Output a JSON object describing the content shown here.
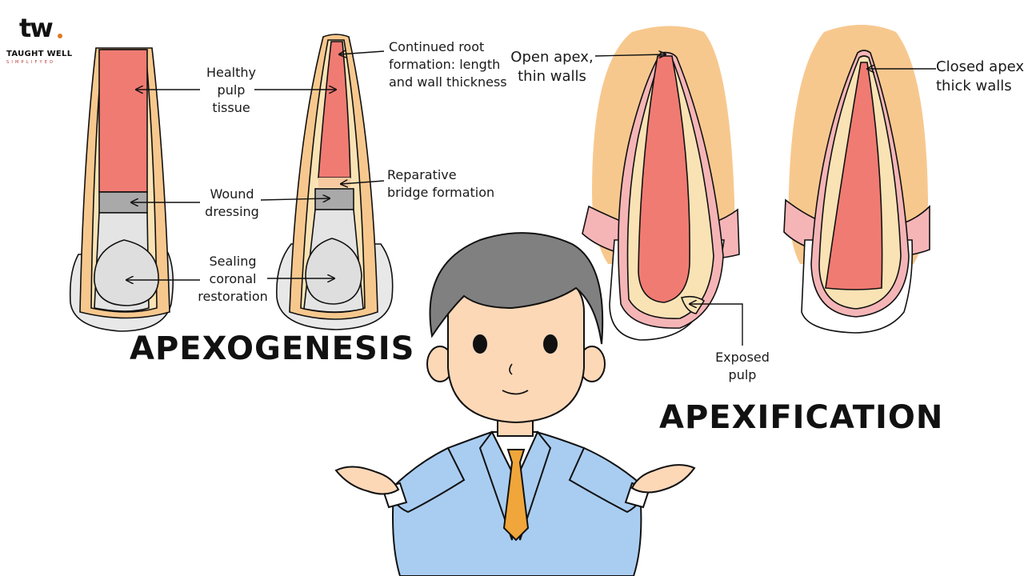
{
  "logo": {
    "mark": "tw",
    "name": "TAUGHT WELL",
    "tagline": "SIMPLIFYED"
  },
  "apexogenesis": {
    "title": "Apexogenesis",
    "labels": {
      "healthy_pulp": "Healthy\npulp\ntissue",
      "wound_dressing": "Wound\ndressing",
      "sealing_restoration": "Sealing\ncoronal\nrestoration",
      "continued_root": "Continued root\nformation: length\nand wall thickness",
      "reparative_bridge": "Reparative\nbridge formation"
    }
  },
  "apexification": {
    "title": "Apexification",
    "labels": {
      "open_apex": "Open apex,\nthin walls",
      "closed_apex": "Closed apex\nthick walls",
      "exposed_pulp": "Exposed\npulp"
    }
  },
  "colors": {
    "pulp": "#f07b73",
    "dentin": "#f9e3b5",
    "enamel_outline": "#f5c88f",
    "bone": "#f7c78e",
    "gingiva": "#f5b5b7",
    "dressing": "#a9a9a9",
    "restoration": "#e4e4e4",
    "skin": "#fcd8b7",
    "hair": "#808080",
    "suit": "#a9cdf1",
    "tie": "#f0a63a"
  }
}
